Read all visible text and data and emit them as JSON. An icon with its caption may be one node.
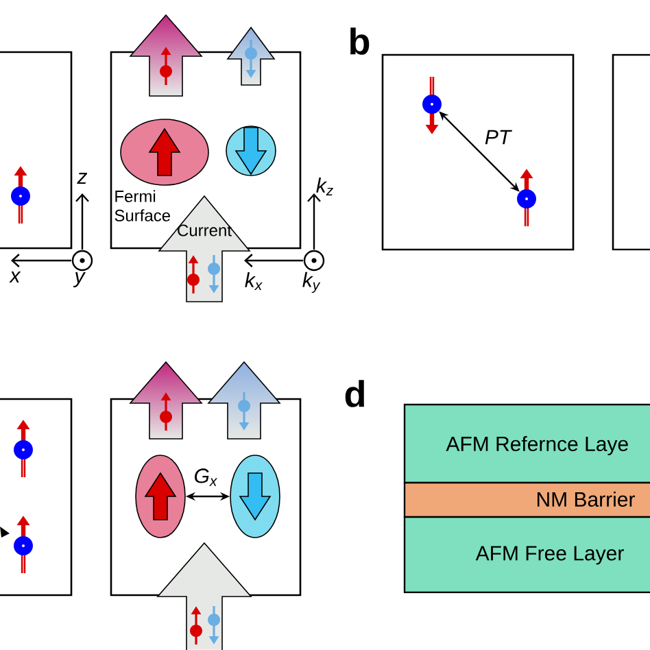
{
  "diagram": {
    "nodes": [
      {
        "text": [
          "Current"
        ]
      },
      {
        "text": [],
        "shape": "circle"
      },
      {
        "text": [],
        "shape": "circle"
      },
      {
        "text": [],
        "shape": "ellipse"
      },
      {
        "text": [],
        "shape": "ellipse"
      },
      {
        "text": [
          "AFM Refernce Laye"
        ]
      },
      {
        "text": [
          "NM Barrier"
        ]
      },
      {
        "text": [
          "AFM Free Layer"
        ]
      },
      {
        "text": [],
        "shape": "arrow"
      }
    ],
    "edges": [
      {
        "from": 1,
        "to": 2,
        "arrow": "both",
        "label": "PT"
      },
      {
        "from": 3,
        "to": 4,
        "arrow": "both",
        "label": "G$_{x}$"
      }
    ],
    "labels": [
      "b",
      "z",
      "k$_{z}$",
      "Fermi Surface",
      "x",
      "y",
      "k$_{x}$",
      "k$_{y}$",
      "d"
    ]
  }
}
